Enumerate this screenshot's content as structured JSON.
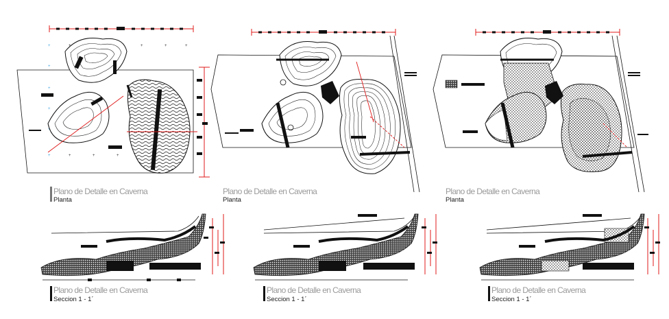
{
  "drawing": {
    "plan_views": [
      {
        "id": "plan-1",
        "title": "Plano de Detalle en Caverna",
        "subtitle": "Planta"
      },
      {
        "id": "plan-2",
        "title": "Plano de Detalle en Caverna",
        "subtitle": "Planta"
      },
      {
        "id": "plan-3",
        "title": "Plano de Detalle en Caverna",
        "subtitle": "Planta"
      }
    ],
    "section_views": [
      {
        "id": "section-1",
        "title": "Plano de Detalle en Caverna",
        "subtitle": "Seccion 1 - 1´"
      },
      {
        "id": "section-2",
        "title": "Plano de Detalle en Caverna",
        "subtitle": "Seccion 1 - 1´"
      },
      {
        "id": "section-3",
        "title": "Plano de Detalle en Caverna",
        "subtitle": "Seccion 1 - 1´"
      }
    ],
    "colors": {
      "dimension_red": "#e01818",
      "ink": "#111111",
      "label_gray": "#9a9a9a"
    }
  }
}
